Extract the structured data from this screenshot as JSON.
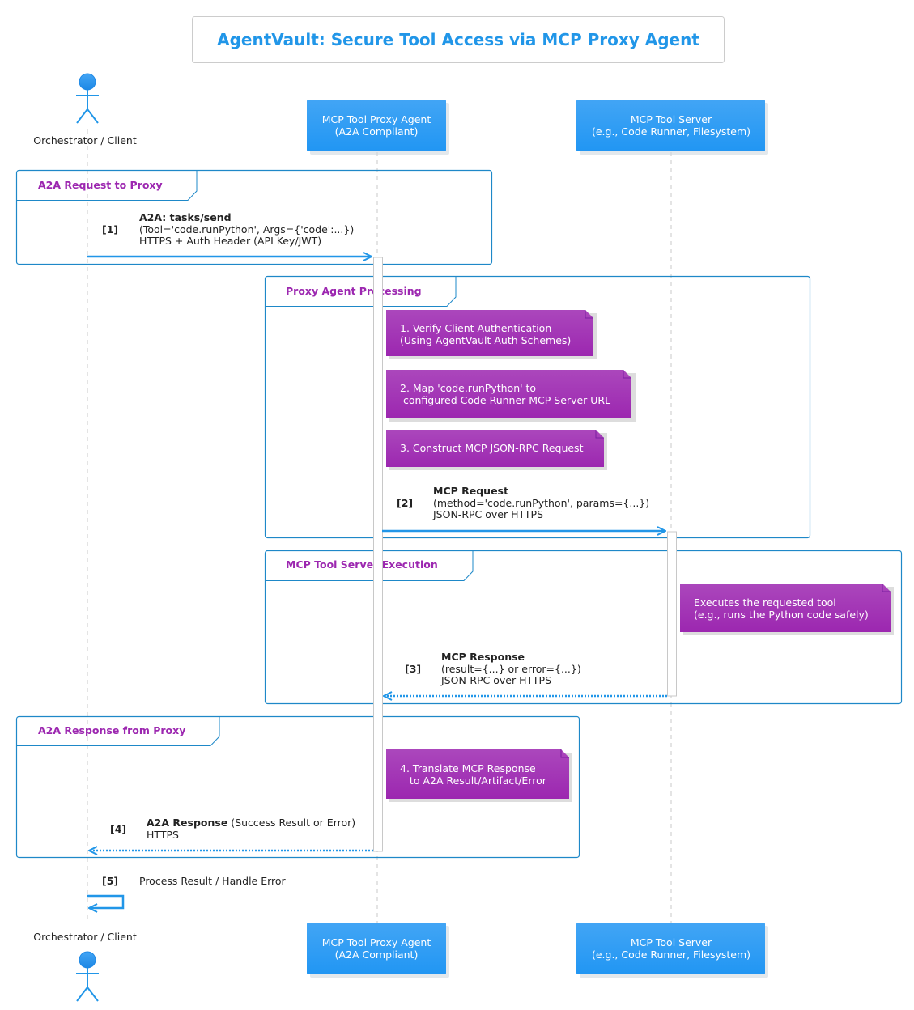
{
  "title": "AgentVault: Secure Tool Access via MCP Proxy Agent",
  "colors": {
    "title": "#2196e8",
    "participant_fill": "#2196f3",
    "note_fill": "#9c27b0",
    "frame_border": "#1e88c8",
    "frame_label": "#9c27b0",
    "arrow": "#2196e8"
  },
  "participants": {
    "client": {
      "label": "Orchestrator / Client"
    },
    "proxy": {
      "line1": "MCP Tool Proxy Agent",
      "line2": "(A2A Compliant)"
    },
    "server": {
      "line1": "MCP Tool Server",
      "line2": "(e.g., Code Runner, Filesystem)"
    }
  },
  "frames": {
    "f1": "A2A Request to Proxy",
    "f2": "Proxy Agent Processing",
    "f3": "MCP Tool Server Execution",
    "f4": "A2A Response from Proxy"
  },
  "notes": {
    "n1": {
      "line1": "1. Verify Client Authentication",
      "line2": "(Using AgentVault Auth Schemes)"
    },
    "n2": {
      "line1": "2. Map 'code.runPython' to",
      "line2": " configured Code Runner MCP Server URL"
    },
    "n3": {
      "line1": "3. Construct MCP JSON-RPC Request"
    },
    "n4": {
      "line1": "Executes the requested tool",
      "line2": "(e.g., runs the Python code safely)"
    },
    "n5": {
      "line1": "4. Translate MCP Response",
      "line2": "   to A2A Result/Artifact/Error"
    }
  },
  "messages": {
    "m1": {
      "num": "[1]",
      "bold": "A2A: tasks/send",
      "line2": "(Tool='code.runPython', Args={'code':...})",
      "line3": "HTTPS + Auth Header (API Key/JWT)"
    },
    "m2": {
      "num": "[2]",
      "bold": "MCP Request",
      "line2": "(method='code.runPython', params={...})",
      "line3": "JSON-RPC over HTTPS"
    },
    "m3": {
      "num": "[3]",
      "bold": "MCP Response",
      "line2": "(result={...} or error={...})",
      "line3": "JSON-RPC over HTTPS"
    },
    "m4": {
      "num": "[4]",
      "bold": "A2A Response",
      "rest": " (Success Result or Error)",
      "line2": "HTTPS"
    },
    "m5": {
      "num": "[5]",
      "text": "Process Result / Handle Error"
    }
  }
}
